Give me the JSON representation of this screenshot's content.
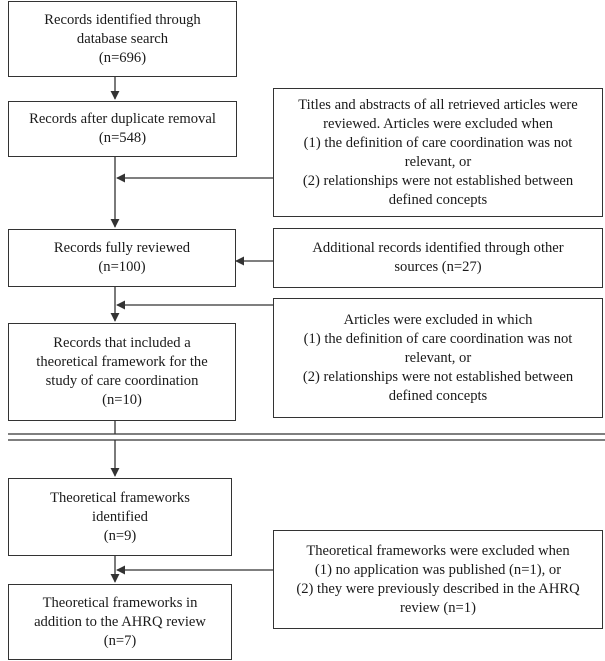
{
  "flow_boxes": [
    {
      "id": "identified",
      "lines": [
        "Records identified through",
        "database search",
        "(n=696)"
      ]
    },
    {
      "id": "after-duplicates",
      "lines": [
        "Records after duplicate removal",
        "(n=548)"
      ]
    },
    {
      "id": "fully-reviewed",
      "lines": [
        "Records fully reviewed",
        "(n=100)"
      ]
    },
    {
      "id": "theoretical-included",
      "lines": [
        "Records that included a",
        "theoretical framework for the",
        "study of care coordination",
        "(n=10)"
      ]
    },
    {
      "id": "frameworks-identified",
      "lines": [
        "Theoretical frameworks",
        "identified",
        "(n=9)"
      ]
    },
    {
      "id": "frameworks-addition",
      "lines": [
        "Theoretical frameworks in",
        "addition to the AHRQ review",
        "(n=7)"
      ]
    }
  ],
  "side_boxes": [
    {
      "id": "title-abstract-exclusion",
      "lines": [
        "Titles and abstracts of all retrieved articles were",
        "reviewed. Articles were excluded when",
        "(1) the definition of care coordination was not",
        "relevant, or",
        "(2) relationships were not established between",
        "defined concepts"
      ]
    },
    {
      "id": "additional-records",
      "lines": [
        "Additional records identified through other",
        "sources (n=27)"
      ]
    },
    {
      "id": "fulltext-exclusion",
      "lines": [
        "Articles were excluded in which",
        "(1) the definition of care coordination was not",
        "relevant, or",
        "(2) relationships were not established between",
        "defined concepts"
      ]
    },
    {
      "id": "framework-exclusion",
      "lines": [
        "Theoretical frameworks were excluded when",
        "(1) no application was published (n=1), or",
        "(2) they were previously described in the AHRQ",
        "review (n=1)"
      ]
    }
  ],
  "colors": {
    "line": "#333333",
    "text": "#1a1a1a"
  }
}
